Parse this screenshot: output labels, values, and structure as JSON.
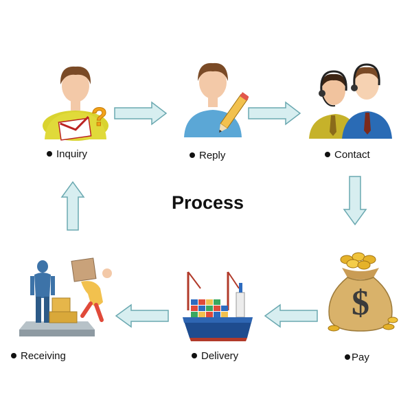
{
  "title": "Process",
  "steps": [
    {
      "label": "Inquiry",
      "icon": "inquiry-person-icon"
    },
    {
      "label": "Reply",
      "icon": "reply-person-icon"
    },
    {
      "label": "Contact",
      "icon": "contact-headset-icon"
    },
    {
      "label": "Pay",
      "icon": "money-bag-icon"
    },
    {
      "label": "Delivery",
      "icon": "cargo-ship-icon"
    },
    {
      "label": "Receiving",
      "icon": "receiving-scale-icon"
    }
  ],
  "colors": {
    "arrow_fill": "#d7eef0",
    "arrow_stroke": "#6aa8b0",
    "text": "#111111"
  }
}
